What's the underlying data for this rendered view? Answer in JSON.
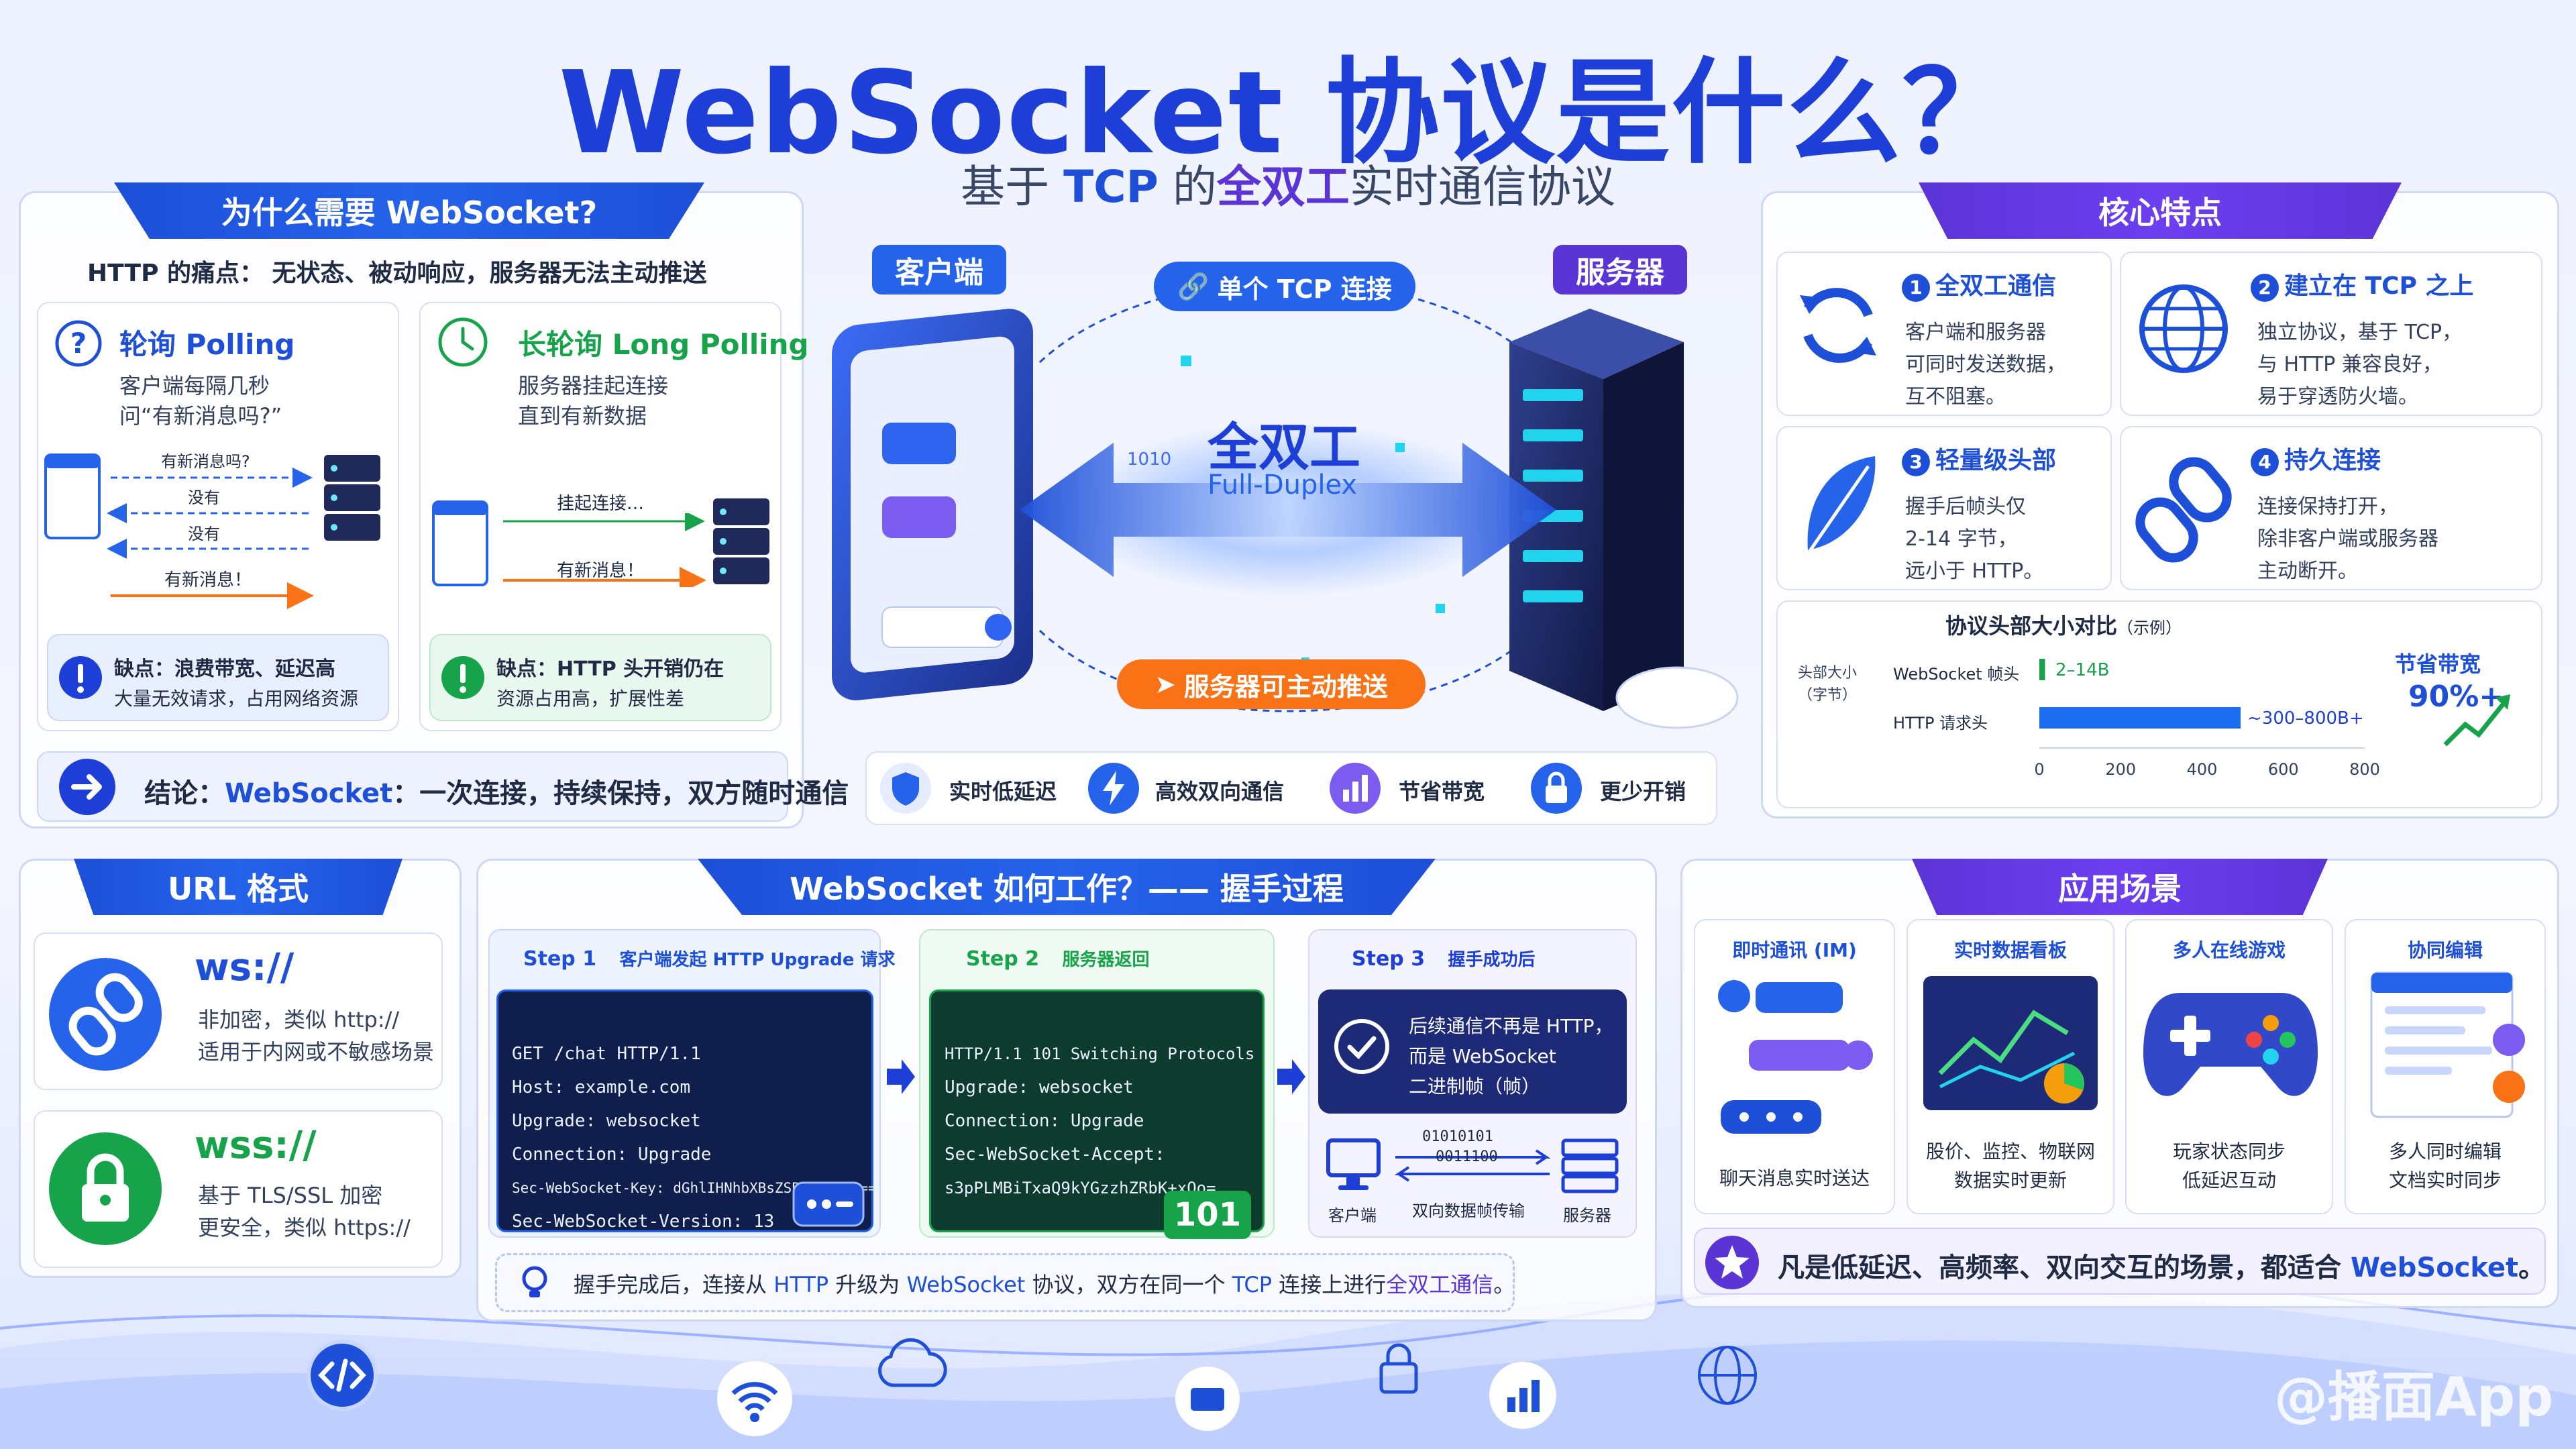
{
  "header": {
    "title": "WebSocket 协议是什么？",
    "subtitle_prefix": "基于",
    "subtitle_tcp": "TCP",
    "subtitle_mid": "的",
    "subtitle_full": "全双工",
    "subtitle_suffix": "实时通信协议"
  },
  "why": {
    "title": "为什么需要 WebSocket?",
    "pain": "HTTP 的痛点： 无状态、被动响应，服务器无法主动推送",
    "polling": {
      "title": "轮询 Polling",
      "desc1": "客户端每隔几秒",
      "desc2": "问“有新消息吗?”",
      "msgs": [
        "有新消息吗?",
        "没有",
        "没有",
        "有新消息！"
      ],
      "con_label": "缺点：浪费带宽、延迟高",
      "con_desc": "大量无效请求，占用网络资源"
    },
    "long_polling": {
      "title": "长轮询 Long Polling",
      "desc1": "服务器挂起连接",
      "desc2": "直到有新数据",
      "msgs": [
        "挂起连接…",
        "有新消息！"
      ],
      "con_label": "缺点：HTTP 头开销仍在",
      "con_desc": "资源占用高，扩展性差"
    },
    "conclusion_prefix": "结论：",
    "conclusion_ws": "WebSocket",
    "conclusion_suffix": "：一次连接，持续保持，双方随时通信"
  },
  "center": {
    "client_label": "客户端",
    "server_label": "服务器",
    "tcp_label": "单个 TCP 连接",
    "duplex_cn": "全双工",
    "duplex_en": "Full-Duplex",
    "bits": "1010",
    "push_label": "服务器可主动推送",
    "features": [
      "实时低延迟",
      "高效双向通信",
      "节省带宽",
      "更少开销"
    ]
  },
  "core": {
    "title": "核心特点",
    "items": [
      {
        "num": "1",
        "title": "全双工通信",
        "lines": [
          "客户端和服务器",
          "可同时发送数据，",
          "互不阻塞。"
        ]
      },
      {
        "num": "2",
        "title": "建立在 TCP 之上",
        "lines": [
          "独立协议，基于 TCP，",
          "与 HTTP 兼容良好，",
          "易于穿透防火墙。"
        ]
      },
      {
        "num": "3",
        "title": "轻量级头部",
        "lines": [
          "握手后帧头仅",
          "2-14 字节，",
          "远小于 HTTP。"
        ]
      },
      {
        "num": "4",
        "title": "持久连接",
        "lines": [
          "连接保持打开，",
          "除非客户端或服务器",
          "主动断开。"
        ]
      }
    ],
    "compare": {
      "title": "协议头部大小对比",
      "title_note": "（示例）",
      "ylabel1": "头部大小",
      "ylabel2": "（字节）",
      "bars": [
        {
          "label": "WebSocket 帧头",
          "value_text": "2–14B",
          "value": 14
        },
        {
          "label": "HTTP 请求头",
          "value_text": "~300–800B+",
          "value": 800
        }
      ],
      "ticks": [
        "0",
        "200",
        "400",
        "600",
        "800"
      ],
      "save_label": "节省带宽",
      "save_value": "90%+"
    }
  },
  "url": {
    "title": "URL 格式",
    "ws": {
      "scheme": "ws://",
      "line1": "非加密，类似 http://",
      "line2": "适用于内网或不敏感场景"
    },
    "wss": {
      "scheme": "wss://",
      "line1": "基于 TLS/SSL 加密",
      "line2": "更安全，类似 https://"
    }
  },
  "handshake": {
    "title": "WebSocket 如何工作？—— 握手过程",
    "step1": {
      "step": "Step 1",
      "desc": "客户端发起 HTTP Upgrade 请求",
      "code": [
        "GET /chat HTTP/1.1",
        "Host: example.com",
        "Upgrade: websocket",
        "Connection: Upgrade",
        "Sec-WebSocket-Key: dGhlIHNhbXBsZSBub25jZQ==",
        "Sec-WebSocket-Version: 13"
      ]
    },
    "step2": {
      "step": "Step 2",
      "desc": "服务器返回",
      "code": [
        "HTTP/1.1 101 Switching Protocols",
        "Upgrade: websocket",
        "Connection: Upgrade",
        "Sec-WebSocket-Accept:",
        "s3pPLMBiTxaQ9kYGzzhZRbK+xOo="
      ],
      "badge": "101"
    },
    "step3": {
      "step": "Step 3",
      "desc": "握手成功后",
      "msg1": "后续通信不再是 HTTP，",
      "msg2": "而是 WebSocket",
      "msg3": "二进制帧（帧）",
      "bits1": "01010101",
      "bits2": "0011100",
      "client": "客户端",
      "frames": "双向数据帧传输",
      "server": "服务器"
    },
    "note_prefix": "握手完成后，连接从",
    "note_http": "HTTP",
    "note_mid": "升级为",
    "note_ws": "WebSocket",
    "note_mid2": "协议，双方在同一个",
    "note_tcp": "TCP",
    "note_mid3": "连接上进行",
    "note_full": "全双工通信",
    "note_end": "。"
  },
  "scenarios": {
    "title": "应用场景",
    "items": [
      {
        "title": "即时通讯 (IM)",
        "desc1": "聊天消息实时送达",
        "desc2": ""
      },
      {
        "title": "实时数据看板",
        "desc1": "股价、监控、物联网",
        "desc2": "数据实时更新"
      },
      {
        "title": "多人在线游戏",
        "desc1": "玩家状态同步",
        "desc2": "低延迟互动"
      },
      {
        "title": "协同编辑",
        "desc1": "多人同时编辑",
        "desc2": "文档实时同步"
      }
    ],
    "summary_prefix": "凡是低延迟、高频率、双向交互的场景，都适合",
    "summary_ws": "WebSocket",
    "summary_end": "。"
  },
  "watermark": "@播面App",
  "colors": {
    "blue": "#1d4fd8",
    "purple": "#5b34d6",
    "green": "#16a34a",
    "orange": "#f97316"
  }
}
